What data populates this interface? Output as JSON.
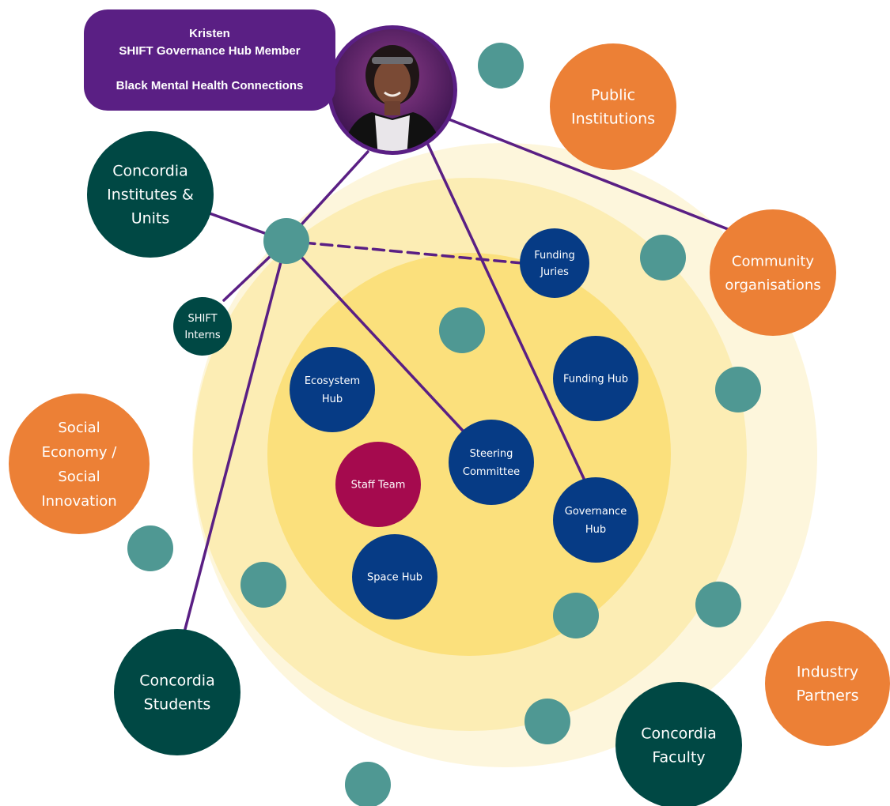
{
  "profile": {
    "name": "Kristen",
    "role": "SHIFT Governance Hub Member",
    "organization": "Black Mental Health Connections"
  },
  "nodes": {
    "public_institutions": [
      "Public",
      "Institutions"
    ],
    "concordia_institutes": [
      "Concordia",
      "Institutes &",
      "Units"
    ],
    "community_organisations": [
      "Community",
      "organisations"
    ],
    "funding_juries": [
      "Funding",
      "Juries"
    ],
    "shift_interns": [
      "SHIFT",
      "Interns"
    ],
    "ecosystem_hub": [
      "Ecosystem",
      "Hub"
    ],
    "funding_hub": [
      "Funding Hub"
    ],
    "social_economy": [
      "Social",
      "Economy /",
      "Social",
      "Innovation"
    ],
    "steering_committee": [
      "Steering",
      "Committee"
    ],
    "staff_team": [
      "Staff Team"
    ],
    "governance_hub": [
      "Governance",
      "Hub"
    ],
    "space_hub": [
      "Space Hub"
    ],
    "concordia_students": [
      "Concordia",
      "Students"
    ],
    "industry_partners": [
      "Industry",
      "Partners"
    ],
    "concordia_faculty": [
      "Concordia",
      "Faculty"
    ]
  },
  "colors": {
    "purple": "#5a1f84",
    "orange": "#ec8036",
    "dark_green": "#004844",
    "teal": "#4f9893",
    "navy": "#063b85",
    "crimson": "#a50a4e",
    "ring_outer": "#fdf6dc",
    "ring_middle": "#fcedb4",
    "ring_inner": "#fbe07c"
  }
}
